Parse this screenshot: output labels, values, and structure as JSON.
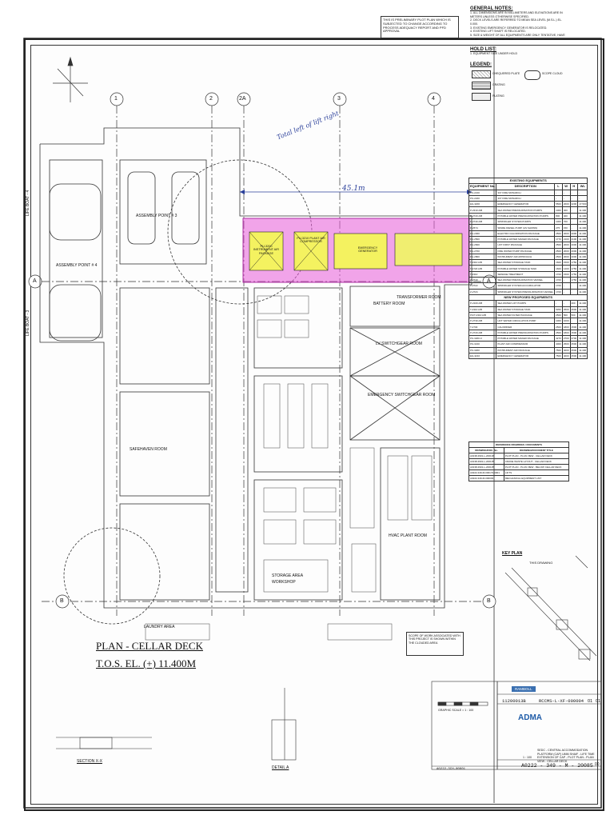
{
  "drawing": {
    "main_title": "PLAN - CELLAR DECK",
    "sub_title": "T.O.S. EL. (+) 11.400M",
    "prelim_note": "THIS IS PRELIMINARY PLOT PLAN WHICH IS SUBJECTED TO CHANGE ACCORDING TO PROCESS ADEQUACY REPORT AND PFD APPROVAL",
    "handwritten_dimension": "45.1m",
    "handwritten_label": "Total left of lift right",
    "grid_columns": [
      "1",
      "2",
      "2A",
      "3",
      "4"
    ],
    "grid_rows": [
      "A",
      "B"
    ],
    "rooms": [
      "BATTERY ROOM",
      "TRANSFORMER ROOM",
      "LV SWITCHGEAR ROOM",
      "EMERGENCY SWITCHGEAR ROOM",
      "HVAC PLANT ROOM",
      "STORAGE AREA",
      "WORKSHOP",
      "ASSEMBLY POINT # 4",
      "ASSEMBLY POINT # 3",
      "LAUNDRY AREA",
      "SAFEHAVEN ROOM",
      "LIFE BOAT - 4",
      "LIFE BOAT - 3"
    ],
    "highlighted_equipment": [
      "PU-3200 INSTRUMENT AIR PACKAGE",
      "PU-3210 PLANT AIR COMPRESSOR",
      "EMERGENCY GENERATOR"
    ],
    "section_labels": [
      "SECTION X-X",
      "DETAIL A"
    ],
    "scale_label": "GRAPHIC SCALE = 1 : 100",
    "scope_note": "SCOPE OF WORK ASSOCIATED WITH THIS PROJECT IS SHOWN WITHIN THE CLOUDED AREA"
  },
  "notes": {
    "general_title": "GENERAL NOTES:",
    "general_items": [
      "1. ALL DIMENSIONS ARE IN MILLIMETERS AND ELEVATIONS ARE IN METERS UNLESS OTHERWISE SPECIFIED.",
      "2. DECK LEVELS ARE REFERRED TO MEAN SEA LEVEL (M.S.L.) EL. 0.000.",
      "3. EXISTING EMERGENCY GENERATOR IS RELOCATED.",
      "4. EXISTING LIFT SHAFT IS RELOCATED.",
      "5. SIZE & WEIGHT OF ALL EQUIPMENTS ARE ONLY TENTATIVE, HAVE TO BE VERIFIED DURING FEED."
    ],
    "hold_title": "HOLD LIST:",
    "hold_items": [
      "1. EQUIPMENT SIZE UNDER HOLD"
    ],
    "legend_title": "LEGEND:",
    "legend_items": [
      "CHEQUERED PLATE",
      "GRATING",
      "PLATING",
      "SCOPE CLOUD"
    ]
  },
  "equipment": {
    "existing_title": "EXISTING EQUIPMENTS",
    "new_title": "NEW PROPOSED EQUIPMENTS",
    "headers": [
      "EQUIPMENT No.",
      "DESCRIPTION",
      "L",
      "W",
      "H",
      "WL"
    ],
    "existing_rows": [
      [
        "PU-2210",
        "3/4\" FIRE MONARCH",
        "-",
        "-",
        "-",
        "-"
      ],
      [
        "PU-2220",
        "3/4\" FIRE MONARCH",
        "-",
        "-",
        "-",
        "-"
      ],
      [
        "EG-3200",
        "EMERGENCY GENERATOR",
        "5500",
        "2000",
        "2200",
        "17.500"
      ],
      [
        "P-2310 A/B",
        "SEA WATER PRESSURISATION PUMPS",
        "1000",
        "400",
        "-",
        "11.400"
      ],
      [
        "P-2720 A/B",
        "POTABLE WATER PRESSURISATION PUMPS",
        "800",
        "400",
        "-",
        "11.400"
      ],
      [
        "P-2740 A/B",
        "SPRINKLER SYSTEM PUMPS",
        "1000",
        "700",
        "-",
        "11.400"
      ],
      [
        "P-2574",
        "SPARE DIESEL PUMP (AS SHOWN)",
        "275",
        "150",
        "-",
        "11.400"
      ],
      [
        "PU-2300",
        "ELECTRO CHLORINATION PACKAGE",
        "2500",
        "2000",
        "2000",
        "11.400"
      ],
      [
        "PU-2500",
        "POTABLE WATER MAKER PACKAGE",
        "1770",
        "2100",
        "2100",
        "11.400"
      ],
      [
        "PU-2600",
        "LIFT FIRST PACKAGE",
        "2500",
        "2000",
        "2000",
        "11.400"
      ],
      [
        "PU-2700",
        "FIRE WATER PUMP PACKAGE",
        "2500",
        "2000",
        "2000",
        "11.400"
      ],
      [
        "PU-2800",
        "INSTRUMENT AIR APPROACH",
        "2500",
        "2000",
        "2000",
        "11.400"
      ],
      [
        "T-2310 A/B",
        "SEA WATER STORAGE TANK",
        "1600",
        "1500",
        "1750",
        "11.400"
      ],
      [
        "T-2720 A/B",
        "POTABLE WATER STORAGE TANK",
        "1600",
        "1400",
        "1750",
        "11.400"
      ],
      [
        "T-2310",
        "SEWAGE TREATMENT",
        "1700",
        "1500",
        "1750",
        "11.400"
      ],
      [
        "Z-2740",
        "SEA WATER PRESSURISATION VESSEL",
        "1700",
        "-",
        "1750",
        "11.400"
      ],
      [
        "Z-2722",
        "SPRINKLER SYSTEM ACCUMULATOR",
        "1700",
        "-",
        "-",
        "11.400"
      ],
      [
        "Z-2724",
        "SPRINKLER SYSTEM PRESSURISATION VESSEL",
        "1700",
        "-",
        "-",
        "11.400"
      ]
    ],
    "new_rows": [
      [
        "P-2100 A/B",
        "SEA WATER LIFT PUMPS",
        "-",
        "-",
        "400",
        "11.400"
      ],
      [
        "T-2310 A/B",
        "SEA WATER STORAGE TANK",
        "5350",
        "2500",
        "2500",
        "11.400"
      ],
      [
        "PU/T-2310 A/B",
        "SEA WATER FILTER PACKAGE",
        "2500",
        "500",
        "500",
        "11.400"
      ],
      [
        "P-2730 A/B",
        "HOT WATER CIRCULATION PUMP",
        "1000",
        "1000",
        "-",
        "11.400"
      ],
      [
        "T-2730",
        "CALORIFIER",
        "2500",
        "1800",
        "1500",
        "11.400"
      ],
      [
        "P-2720 A/B",
        "POTABLE WATER PRESSURISATION PUMPS",
        "2500",
        "1800",
        "1500",
        "11.400"
      ],
      [
        "PU-3200-C",
        "POTABLE WATER MAKER PACKAGE",
        "4270",
        "2700",
        "2700",
        "11.400"
      ],
      [
        "PU-3210",
        "PLANT AIR COMPRESSOR",
        "4000",
        "2500",
        "2500",
        "11.400"
      ],
      [
        "PU-3200",
        "INSTRUMENT AIR PACKAGE",
        "7500",
        "4000",
        "2500",
        "11.400"
      ],
      [
        "EG-3210",
        "EMERGENCY GENERATOR",
        "7500",
        "4000",
        "2500",
        "11.400"
      ]
    ]
  },
  "references": {
    "title": "REFERENCE DRAWINGS / DOCUMENTS",
    "headers": [
      "DRAWING/DOC. No.",
      "DRAWING/DOCUMENT TITLE"
    ],
    "rows": [
      [
        "A0138-3901-L-200136",
        "PLOT PLAN - PLAN VIEW - CELLAR DECK"
      ],
      [
        "A0138-3901-L-200135",
        "CRANE WASTE LAYOUT - CELLAR DECK"
      ],
      [
        "A0138-3901-L-200135",
        "PLOT PLAN - PLAN VIEW - BELOW CELLAR DECK"
      ],
      [
        "A0222-349-M-000173-0001",
        "LIFTS"
      ],
      [
        "A0222-349-M-000003",
        "MECHANICAL EQUIPMENT LIST"
      ]
    ]
  },
  "key_plan": {
    "title": "KEY PLAN",
    "label": "THIS DRAWING"
  },
  "title_block": {
    "company": "RAMBOLL",
    "client": "ADMA",
    "project_no": "11200013B",
    "doc_no": "RCCMS-L-XF-000004",
    "revision": "01",
    "sheet": "01",
    "description": "SEDC - CENTRAL ACCOMMODATION PLATFORM (CAP) UMM SHAIF - LIFE TIME EXTENSION OF CAP - PLOT PLAN - PLAN VIEW - CELLAR DECK",
    "adma_doc_no": "A0222 - 349 - M - 20085",
    "rev_label": "00",
    "scale": "1 : 100",
    "bottom_code": "A0222-3CH-00001"
  }
}
